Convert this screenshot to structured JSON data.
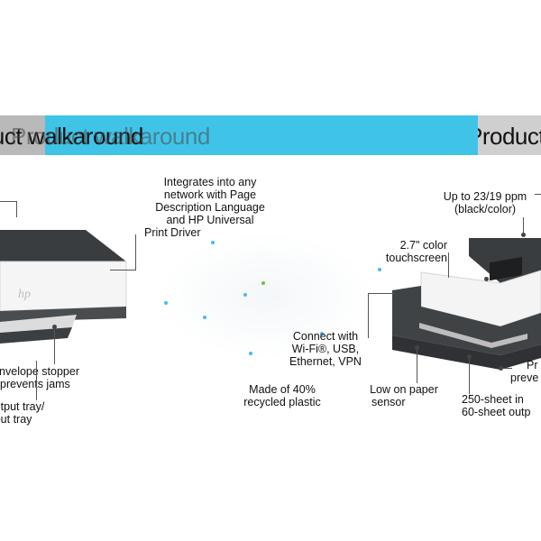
{
  "banner": {
    "title_overlay": "Product walkaround",
    "title_faded": "Product walkaround",
    "title_right": "Product"
  },
  "callouts": {
    "integrates": [
      "Integrates into any",
      "network with Page",
      "Description Language",
      "and HP Universal",
      "Print Driver"
    ],
    "speed": [
      "Up to 23/19 ppm",
      "(black/color)"
    ],
    "touchscreen": [
      "2.7\" color",
      "touchscreen"
    ],
    "connect": [
      "Connect with",
      "Wi-Fi®, USB,",
      "Ethernet, VPN"
    ],
    "recycled": [
      "Made of 40%",
      "recycled plastic"
    ],
    "low_paper": [
      "Low on paper",
      "sensor"
    ],
    "sheet_tray": [
      "250-sheet in",
      "60-sheet outp"
    ],
    "prevent": [
      "Pr",
      "preve"
    ],
    "envelope": [
      "Envelope stopper",
      "prevents jams"
    ],
    "output_tray": [
      "Output tray/",
      "input tray"
    ]
  }
}
